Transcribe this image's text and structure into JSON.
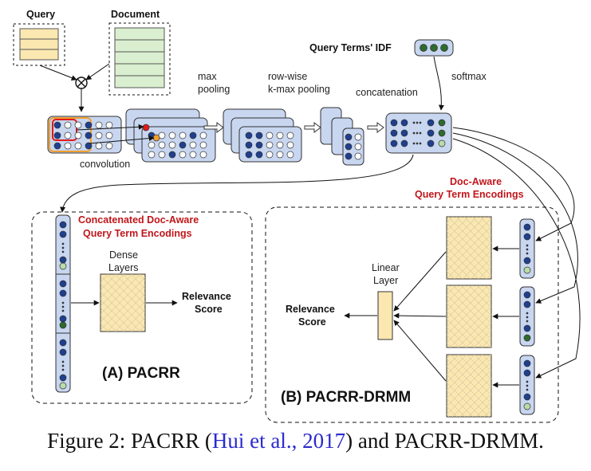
{
  "labels": {
    "query": "Query",
    "document": "Document",
    "query_idf": "Query Terms' IDF",
    "max_pooling_1": "max",
    "max_pooling_2": "pooling",
    "kmax_1": "row-wise",
    "kmax_2": "k-max pooling",
    "concatenation": "concatenation",
    "softmax": "softmax",
    "convolution": "convolution",
    "doc_aware_1": "Doc-Aware",
    "doc_aware_2": "Query Term Encodings",
    "concat_doc_aware_1": "Concatenated Doc-Aware",
    "concat_doc_aware_2": "Query Term Encodings",
    "dense_1": "Dense",
    "dense_2": "Layers",
    "relevance_a_1": "Relevance",
    "relevance_a_2": "Score",
    "linear_1": "Linear",
    "linear_2": "Layer",
    "relevance_b_1": "Relevance",
    "relevance_b_2": "Score",
    "panel_a": "(A) PACRR",
    "panel_b": "(B) PACRR-DRMM"
  },
  "caption": {
    "prefix": "Figure 2: ",
    "model1": "PACRR",
    "open": " (",
    "cite": "Hui et al., 2017",
    "close": ") and ",
    "model2": "PACRR-DRMM",
    "end": "."
  },
  "colors": {
    "query_fill": "#fbe7b0",
    "document_fill": "#d9efcf",
    "matrix_fill": "#c8d6f0",
    "dot_dark": "#1f3f8f",
    "dot_light": "#ffffff",
    "dot_green": "#2e6b2e",
    "dot_light_green": "#b9dca9",
    "red_highlight": "#e01a1a",
    "orange_highlight": "#f0a030",
    "red_text": "#c0161b",
    "dense_fill": "#fbe7b0"
  }
}
